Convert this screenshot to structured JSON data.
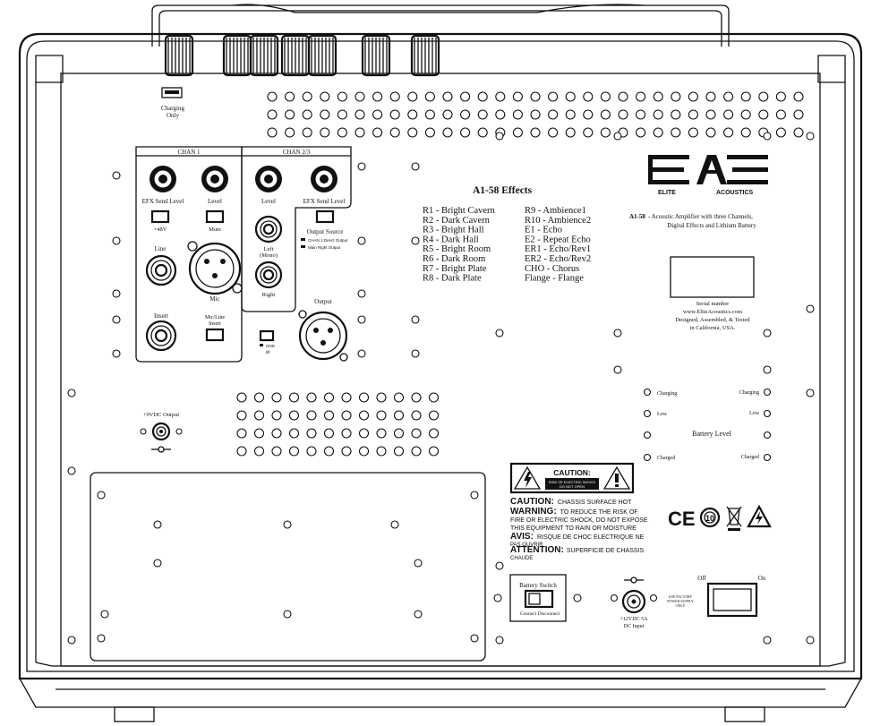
{
  "top_panel": {
    "charging_label_1": "Charging",
    "charging_label_2": "Only"
  },
  "channel1": {
    "title": "CHAN 1",
    "efx_send_level": "EFX Send Level",
    "level": "Level",
    "phantom_48v": "+48V",
    "mute": "Mute",
    "line": "Line",
    "mic": "Mic",
    "insert": "Insert",
    "mic_line_1": "Mic/Line",
    "mic_line_2": "Insert"
  },
  "channel23": {
    "title": "CHAN 2/3",
    "level": "Level",
    "efx_send_level": "EFX Send Level",
    "left_1": "Left",
    "left_2": "(Mono)",
    "right": "Right",
    "output_source": "Output Source",
    "source_opt1": "CHAN 1 Direct Output",
    "source_opt2": "Main Right Output"
  },
  "output": {
    "label": "Output",
    "gnd": "GND",
    "lift": "lift"
  },
  "effects": {
    "title": "A1-58 Effects",
    "left_list": [
      "R1 - Bright Cavern",
      "R2 - Dark Cavern",
      "R3 - Bright Hall",
      "R4 - Dark Hall",
      "R5 - Bright Room",
      "R6 - Dark Room",
      "R7 - Bright Plate",
      "R8 - Dark Plate"
    ],
    "right_list": [
      "R9 - Ambience1",
      "R10 - Ambience2",
      "E1 - Echo",
      "E2 - Repeat Echo",
      "ER1 - Echo/Rev1",
      "ER2 - Echo/Rev2",
      "CHO - Chorus",
      "Flange - Flange"
    ]
  },
  "brand": {
    "word1": "ELITE",
    "word2": "ACOUSTICS",
    "model": "A1-58",
    "desc1": "- Acoustic Amplifier with three Channels,",
    "desc2": "Digital Effects and Lithium Battery"
  },
  "serial": {
    "label": "Serial number",
    "website": "www.EliteAcoustics.com",
    "line1": "Designed, Assembled, & Tested",
    "line2": "in California, USA."
  },
  "battery": {
    "charging_left": "Charging",
    "charging_right": "Charging",
    "low_left": "Low",
    "low_right": "Low",
    "level_label": "Battery Level",
    "charged_left": "Charged",
    "charged_right": "Charged"
  },
  "warnings": {
    "caution_box_title": "CAUTION:",
    "caution_box_sub1": "RISK OF ELECTRIC SHOCK",
    "caution_box_sub2": "DO NOT OPEN",
    "caution_head": "CAUTION:",
    "caution_text": "CHASSIS SURFACE HOT",
    "warning_head": "WARNING:",
    "warning_text1": "TO REDUCE THE RISK OF",
    "warning_text2": "FIRE OR ELECTRIC SHOCK, DO NOT EXPOSE",
    "warning_text3": "THIS EQUIPMENT TO RAIN OR MOISTURE",
    "avis_head": "AVIS:",
    "avis_text1": "RISQUE DE CHOC ELECTRIQUE NE",
    "avis_text2": "PAS OUVRIR",
    "attention_head": "ATTENTION:",
    "attention_text1": "SUPERFICIE DE CHASSIS",
    "attention_text2": "CHAUDE"
  },
  "certifications": {
    "ce": "CE",
    "rohs_number": "10"
  },
  "dc_out": {
    "label": "+9VDC Output"
  },
  "battery_switch": {
    "label": "Battery Switch",
    "connect": "Connect",
    "disconnect": "Disconnect"
  },
  "dc_input": {
    "line1": "+12VDC 5A",
    "line2": "DC Input",
    "note1": "USE FACTORY",
    "note2": "POWER SUPPLY",
    "note3": "ONLY"
  },
  "power": {
    "off": "Off",
    "on": "On"
  }
}
